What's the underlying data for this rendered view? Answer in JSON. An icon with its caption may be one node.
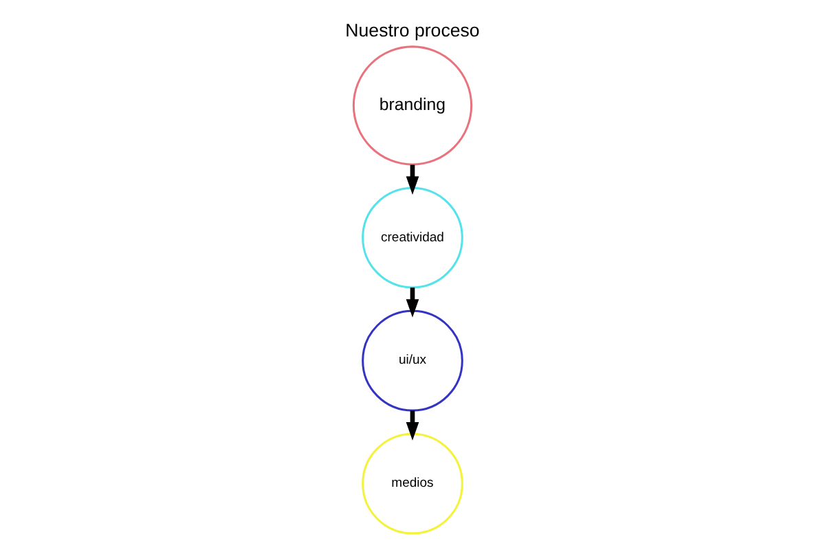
{
  "diagram": {
    "title": "Nuestro proceso",
    "nodes": [
      {
        "text": [
          "branding"
        ]
      },
      {
        "text": [
          "creatividad"
        ]
      },
      {
        "text": [
          "ui/ux"
        ]
      },
      {
        "text": [
          "medios"
        ]
      }
    ],
    "edges": [
      {
        "from": 0,
        "to": 1,
        "arrow": "to"
      },
      {
        "from": 1,
        "to": 2,
        "arrow": "to"
      },
      {
        "from": 2,
        "to": 3,
        "arrow": "to"
      }
    ]
  }
}
